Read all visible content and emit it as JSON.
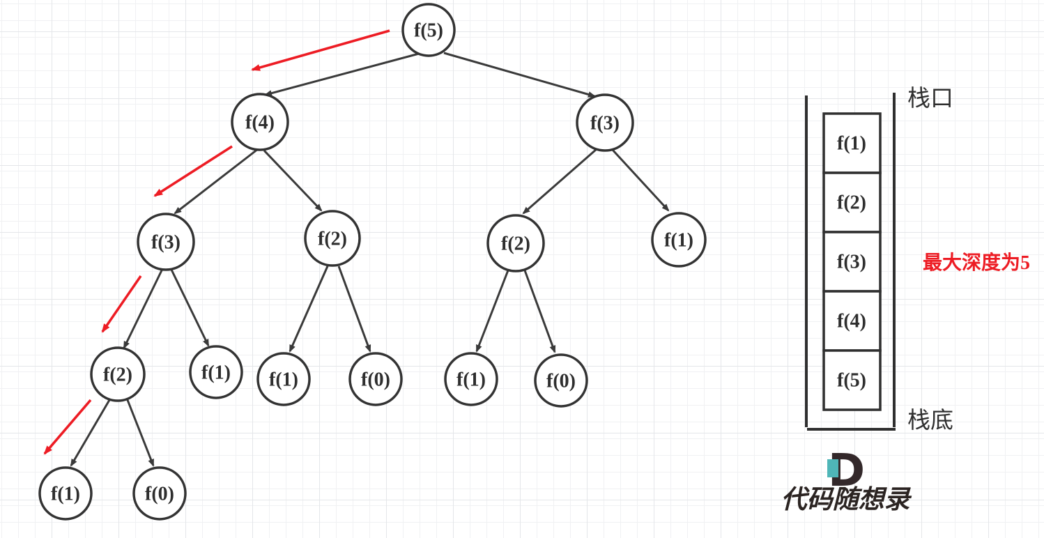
{
  "tree": {
    "nodes": [
      {
        "id": "f5",
        "label": "f(5)"
      },
      {
        "id": "f4",
        "label": "f(4)"
      },
      {
        "id": "f3-right",
        "label": "f(3)"
      },
      {
        "id": "f3-left",
        "label": "f(3)"
      },
      {
        "id": "f2-mid-left",
        "label": "f(2)"
      },
      {
        "id": "f2-mid-right",
        "label": "f(2)"
      },
      {
        "id": "f1-right",
        "label": "f(1)"
      },
      {
        "id": "f2-deep-left",
        "label": "f(2)"
      },
      {
        "id": "f1-under-f3-left",
        "label": "f(1)"
      },
      {
        "id": "f1-under-f2-mid-left",
        "label": "f(1)"
      },
      {
        "id": "f0-under-f2-mid-left",
        "label": "f(0)"
      },
      {
        "id": "f1-under-f2-mid-right",
        "label": "f(1)"
      },
      {
        "id": "f0-under-f2-mid-right",
        "label": "f(0)"
      },
      {
        "id": "f1-deepest",
        "label": "f(1)"
      },
      {
        "id": "f0-deepest",
        "label": "f(0)"
      }
    ]
  },
  "stack": {
    "top_label": "栈口",
    "bottom_label": "栈底",
    "items": [
      "f(1)",
      "f(2)",
      "f(3)",
      "f(4)",
      "f(5)"
    ],
    "annotation": "最大深度为5"
  },
  "logo": {
    "letter": "D",
    "text": "代码随想录"
  },
  "colors": {
    "node_stroke": "#333333",
    "edge": "#3a3a3a",
    "highlight_red": "#ed1c24",
    "logo_teal": "#4fb6b8",
    "logo_dark": "#33282a"
  }
}
